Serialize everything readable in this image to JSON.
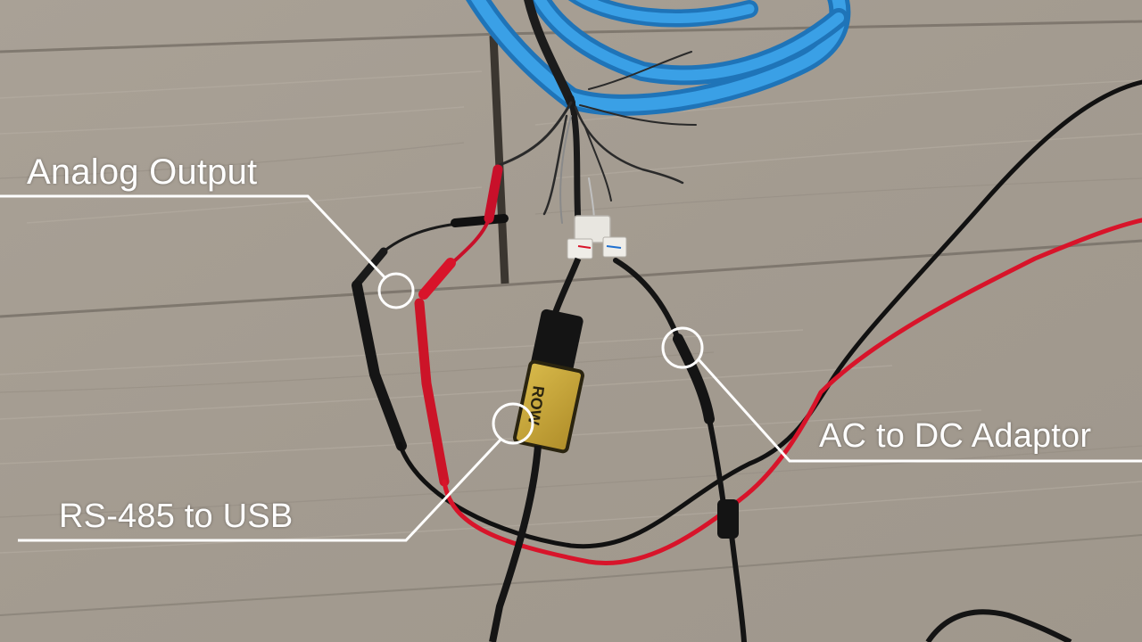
{
  "labels": {
    "analog_output": "Analog Output",
    "rs485_usb": "RS-485 to USB",
    "ac_dc_adaptor": "AC to DC Adaptor"
  },
  "device": {
    "brand_mark": "ROW"
  },
  "colors": {
    "floor": "#a59e94",
    "blue_cable": "#2a8fd6",
    "red_wire": "#d8142a",
    "black_wire": "#161616",
    "device_gold": "#c6a43a",
    "annotation": "#ffffff"
  }
}
